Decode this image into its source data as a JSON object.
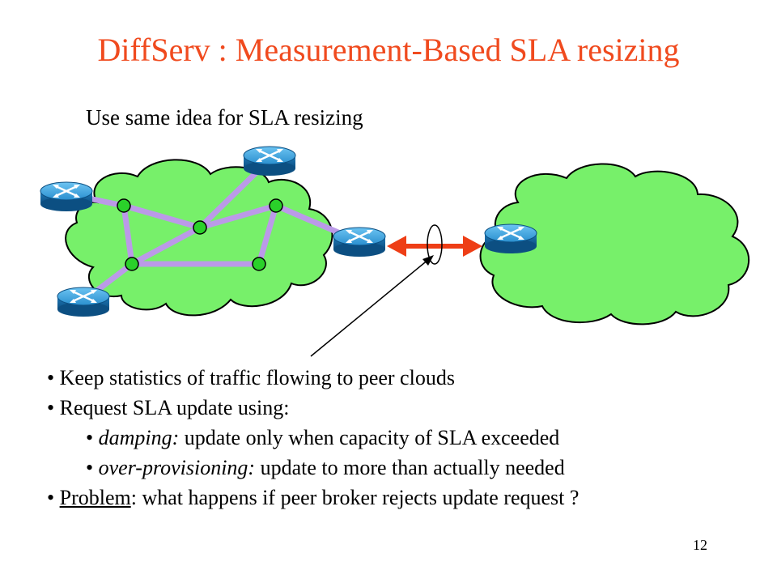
{
  "slide": {
    "title": "DiffServ : Measurement-Based  SLA resizing",
    "subtitle": "Use same idea for SLA resizing",
    "bullets": [
      {
        "text": "Keep statistics of traffic flowing to peer clouds"
      },
      {
        "text": "Request SLA update using:"
      },
      {
        "term": "damping:",
        "rest": " update only when capacity of SLA exceeded"
      },
      {
        "term": "over-provisioning:",
        "rest": " update to more than actually needed"
      },
      {
        "underlined": "Problem",
        "rest": ": what happens if peer broker rejects update request ?"
      }
    ],
    "page_number": "12"
  },
  "colors": {
    "title": "#f04a1e",
    "cloud": "#77f06a",
    "link": "#bb9ae8",
    "node": "#2ad12a",
    "router": "#2a8fcf",
    "peer_arrow": "#ee3e16"
  },
  "icons": [
    "router-icon",
    "cloud-shape",
    "double-arrow-icon",
    "pointer-arrow-icon"
  ]
}
